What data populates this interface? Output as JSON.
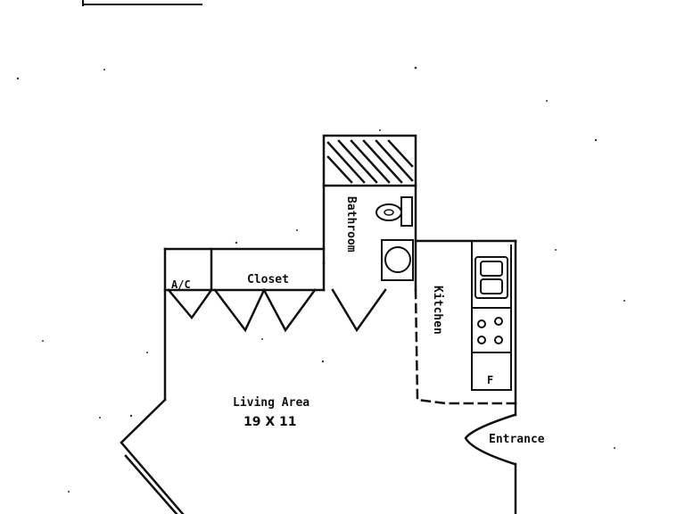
{
  "colors": {
    "ink": "#111111",
    "paper": "#ffffff"
  },
  "rooms": {
    "bathroom": "Bathroom",
    "closet": "Closet",
    "ac": "A/C",
    "kitchen": "Kitchen",
    "fridge": "F",
    "living_area": "Living Area",
    "living_dims": "19 X 11",
    "entrance": "Entrance"
  }
}
